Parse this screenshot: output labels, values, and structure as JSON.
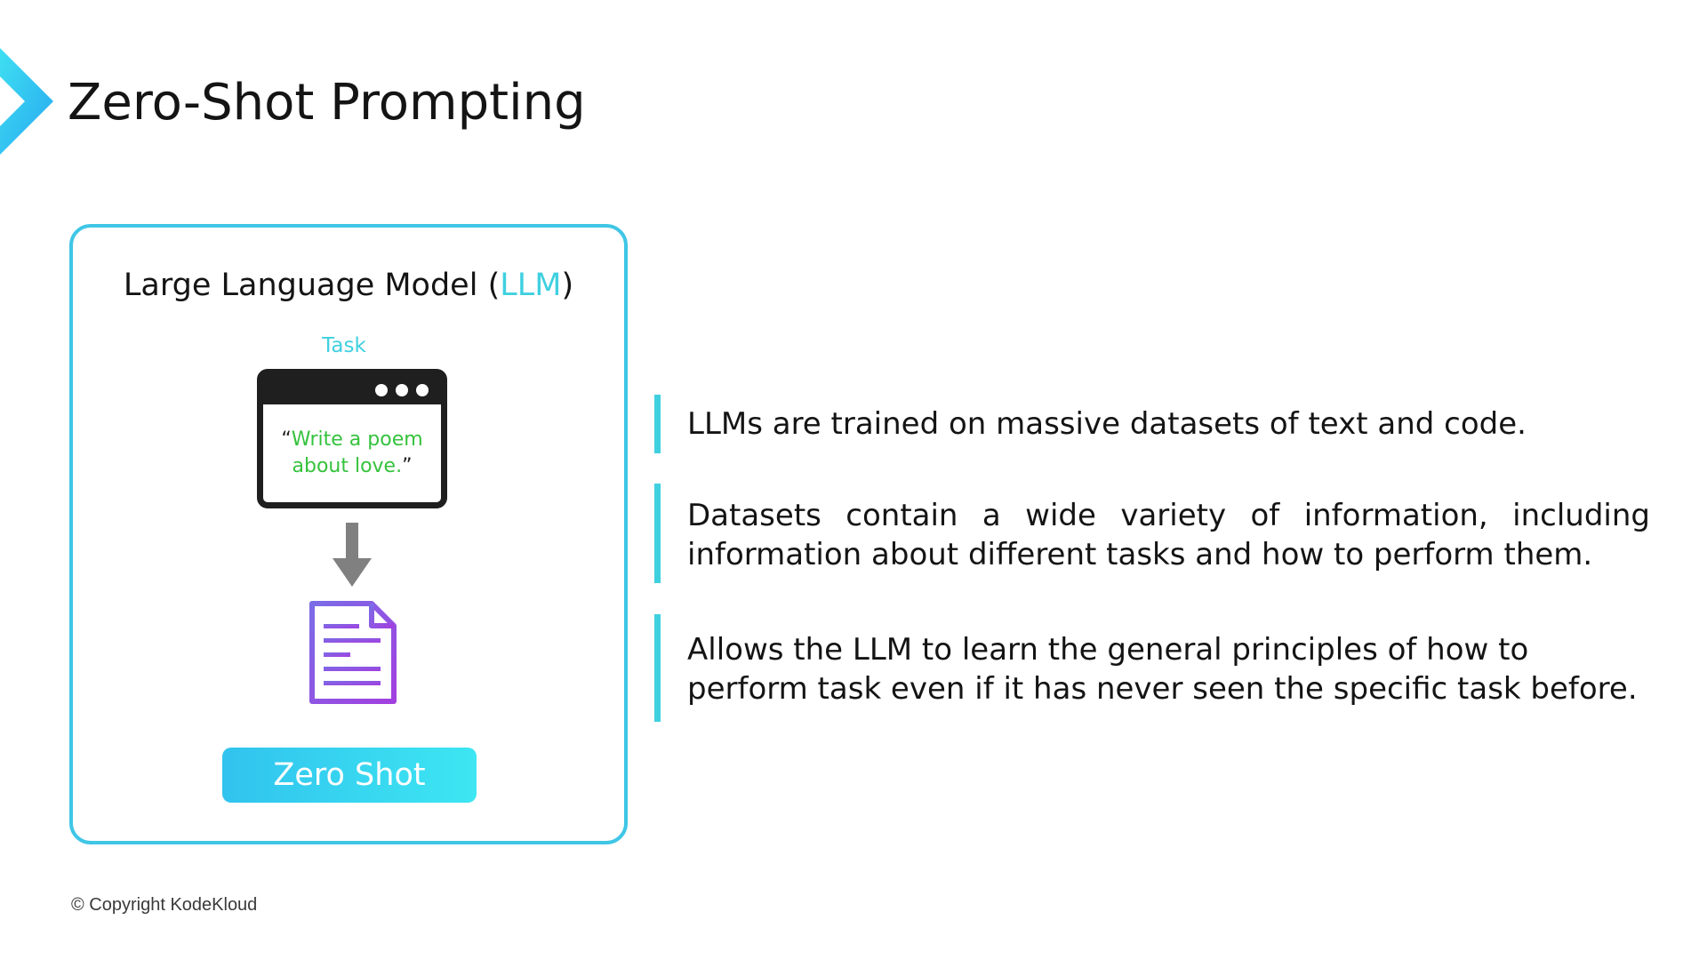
{
  "slide": {
    "title": "Zero-Shot Prompting",
    "accent_color": "#3fd0e0",
    "chevron_icon": "chevron-right-icon"
  },
  "card": {
    "title_prefix": "Large Language Model (",
    "title_highlight": "LLM",
    "title_suffix": ")",
    "task_label": "Task",
    "prompt_open_quote": "“",
    "prompt_text": "Write a poem about love.",
    "prompt_close_quote": "”",
    "prompt_color": "#35c23d",
    "icons": [
      "browser-window-icon",
      "arrow-down-icon",
      "document-icon"
    ],
    "button_label": "Zero Shot"
  },
  "points": [
    "LLMs are trained on massive datasets of text and code.",
    "Datasets contain a wide variety of information, including information about different tasks and how to perform them.",
    "Allows the LLM to learn the general principles of how to perform task even if it has never seen the specific task before."
  ],
  "footer": {
    "copyright": "© Copyright KodeKloud"
  }
}
